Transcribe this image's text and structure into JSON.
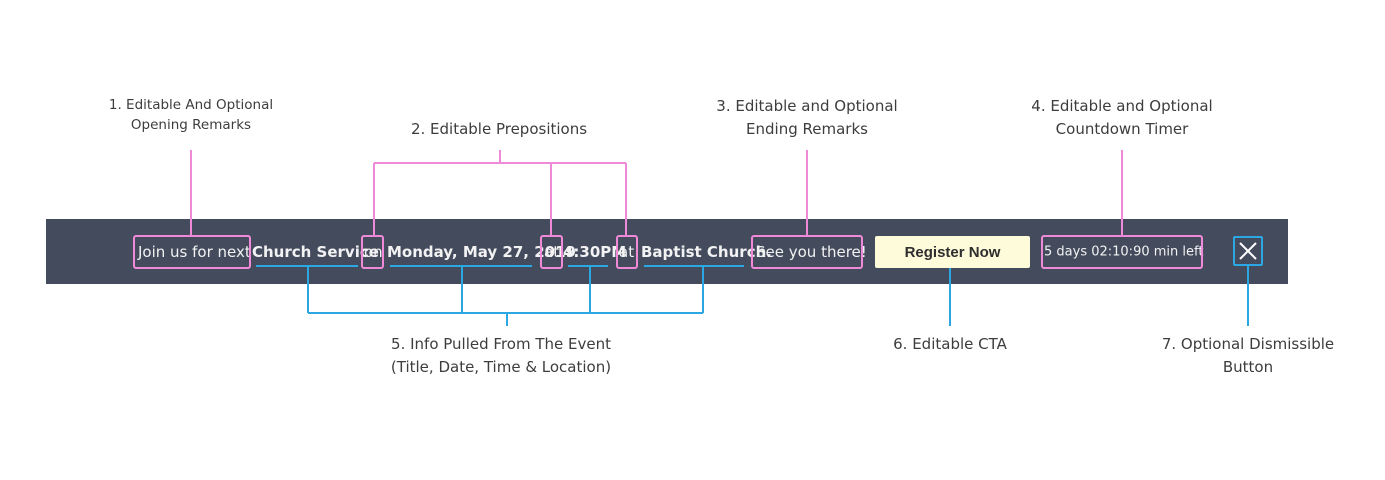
{
  "annotations": {
    "opening": [
      "1. Editable And Optional",
      "Opening Remarks"
    ],
    "prepositions": [
      "2. Editable Prepositions"
    ],
    "ending": [
      "3. Editable and Optional",
      "Ending Remarks"
    ],
    "countdown": [
      "4. Editable and Optional",
      "Countdown Timer"
    ],
    "event_info": [
      "5. Info Pulled From The Event",
      "(Title, Date, Time & Location)"
    ],
    "cta": [
      "6. Editable CTA"
    ],
    "dismiss": [
      "7. Optional Dismissible",
      "Button"
    ]
  },
  "banner": {
    "opening_remark": "Join us for next",
    "event_title": "Church Service",
    "prep_on": "on",
    "event_date": "Monday, May 27, 2019",
    "prep_at_time": "at",
    "event_time": "4:30PM",
    "prep_at_location": "at",
    "event_location": "Baptist Church.",
    "ending_remark": "See you there!",
    "cta_label": "Register Now",
    "countdown": "5 days 02:10:90 min left",
    "close_icon": "close-icon"
  },
  "colors": {
    "banner_bg": "#434b5d",
    "editable_highlight": "#f08ad8",
    "event_info_highlight": "#2ba8e4",
    "cta_bg": "#fdfbd9"
  }
}
